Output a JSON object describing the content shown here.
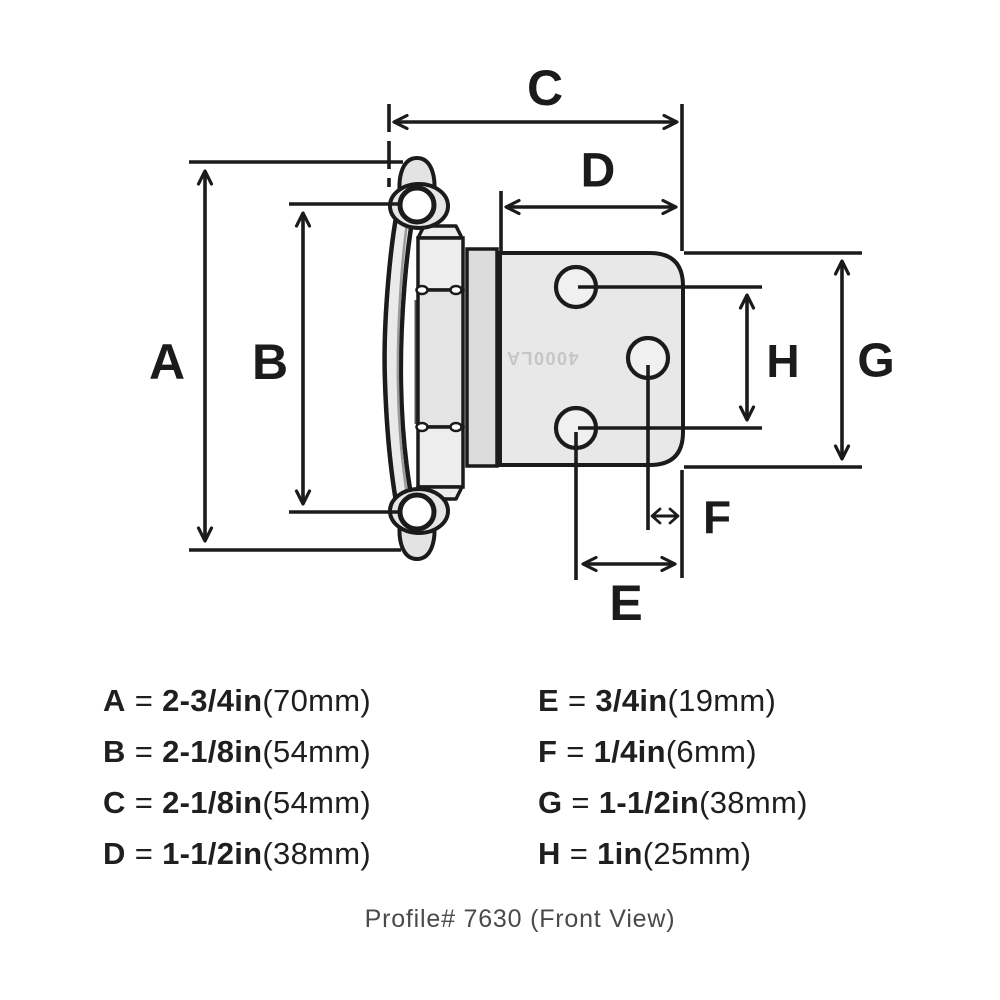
{
  "dims": {
    "a": "A",
    "b": "B",
    "c": "C",
    "d": "D",
    "e": "E",
    "f": "F",
    "g": "G",
    "h": "H"
  },
  "hinge": {
    "engraving": "4000LA"
  },
  "legend": {
    "rows": [
      {
        "letter": "A",
        "eq": "=",
        "value": "2-3/4in",
        "metric": "(70mm)"
      },
      {
        "letter": "B",
        "eq": "=",
        "value": "2-1/8in",
        "metric": "(54mm)"
      },
      {
        "letter": "C",
        "eq": "=",
        "value": "2-1/8in",
        "metric": "(54mm)"
      },
      {
        "letter": "D",
        "eq": "=",
        "value": "1-1/2in",
        "metric": "(38mm)"
      },
      {
        "letter": "E",
        "eq": "=",
        "value": "3/4in",
        "metric": "(19mm)"
      },
      {
        "letter": "F",
        "eq": "=",
        "value": "1/4in",
        "metric": "(6mm)"
      },
      {
        "letter": "G",
        "eq": "=",
        "value": "1-1/2in",
        "metric": "(38mm)"
      },
      {
        "letter": "H",
        "eq": "=",
        "value": "1in",
        "metric": "(25mm)"
      }
    ]
  },
  "caption": "Profile# 7630 (Front View)"
}
